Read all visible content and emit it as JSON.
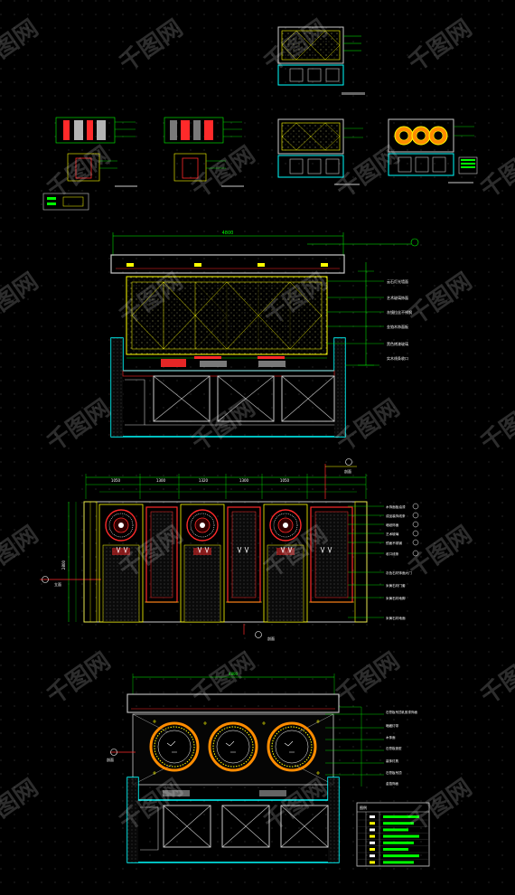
{
  "image": {
    "type": "CAD drawing sheet (dark model space)",
    "background": "#000000"
  },
  "colors": {
    "grid": "#2a2a2a",
    "dim": "#00ff00",
    "wall": "#c9c9c9",
    "red": "#ff2a2a",
    "yellow": "#ffff00",
    "cyan": "#00ffff",
    "white": "#ffffff",
    "magenta": "#ff00ff",
    "orange": "#ff8c00"
  },
  "watermark": {
    "text": "千图网",
    "rows": 7
  },
  "sections": {
    "thumbnails": {
      "label": "Thumbnail drawings (top area)",
      "count": 9
    },
    "ceiling_plan_1": {
      "label": "Ceiling plan with diamond grid",
      "dim_top": "4800",
      "callouts": [
        "云石灯光墙面",
        "艺术玻璃饰面",
        "灰镜拉丝不锈钢",
        "金箔木饰面板",
        "黑色烤漆玻璃",
        "实木线条收口"
      ]
    },
    "elevation": {
      "label": "Wall elevation with circular ornaments",
      "marker_left": "立面",
      "marker_top": "剖面",
      "marker_bottom": "剖面",
      "top_dims": [
        "1050",
        "1300",
        "1320",
        "1300",
        "1050"
      ],
      "left_dim": "2800",
      "callouts": [
        "木饰面板油漆",
        "成品装饰线条",
        "墙纸饰面",
        "艺术玻璃",
        "镜面不锈钢",
        "收口线条",
        "灰色石材饰面大门",
        "米黄石材门套",
        "米黄石材地脚",
        "米黄石材地面"
      ]
    },
    "ceiling_plan_2": {
      "label": "Ceiling plan with three round features",
      "dim_top": "4800",
      "marker_left": "剖面",
      "callouts": [
        "石膏板吊顶乳胶漆饰面",
        "暗藏灯带",
        "木饰面",
        "石膏板造型",
        "装饰灯具",
        "石膏板吊顶",
        "金箔饰面"
      ],
      "legend_title": "图例",
      "legend_rows": 8
    }
  }
}
